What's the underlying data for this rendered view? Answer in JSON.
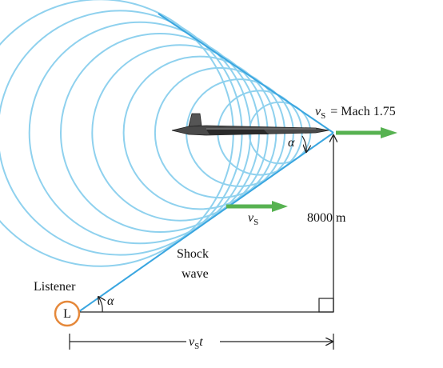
{
  "labels": {
    "vs_top": "v",
    "vs_top_sub": "S",
    "vs_top_value": "= Mach 1.75",
    "alpha_near_plane": "α",
    "vs_arrow": "v",
    "vs_arrow_sub": "S",
    "altitude": "8000 m",
    "shock_line1": "Shock",
    "shock_line2": "wave",
    "listener": "Listener",
    "listener_marker": "L",
    "alpha_listener": "α",
    "distance_v": "v",
    "distance_sub": "S",
    "distance_t": "t"
  },
  "colors": {
    "wavefront": "#8fd1ee",
    "shock_line": "#3aa6e0",
    "velocity_arrow": "#57b251",
    "listener_circle": "#e5883a",
    "line": "#222222"
  },
  "icons": {
    "aircraft": "supersonic-jet-icon",
    "right_angle": "right-angle-marker"
  }
}
